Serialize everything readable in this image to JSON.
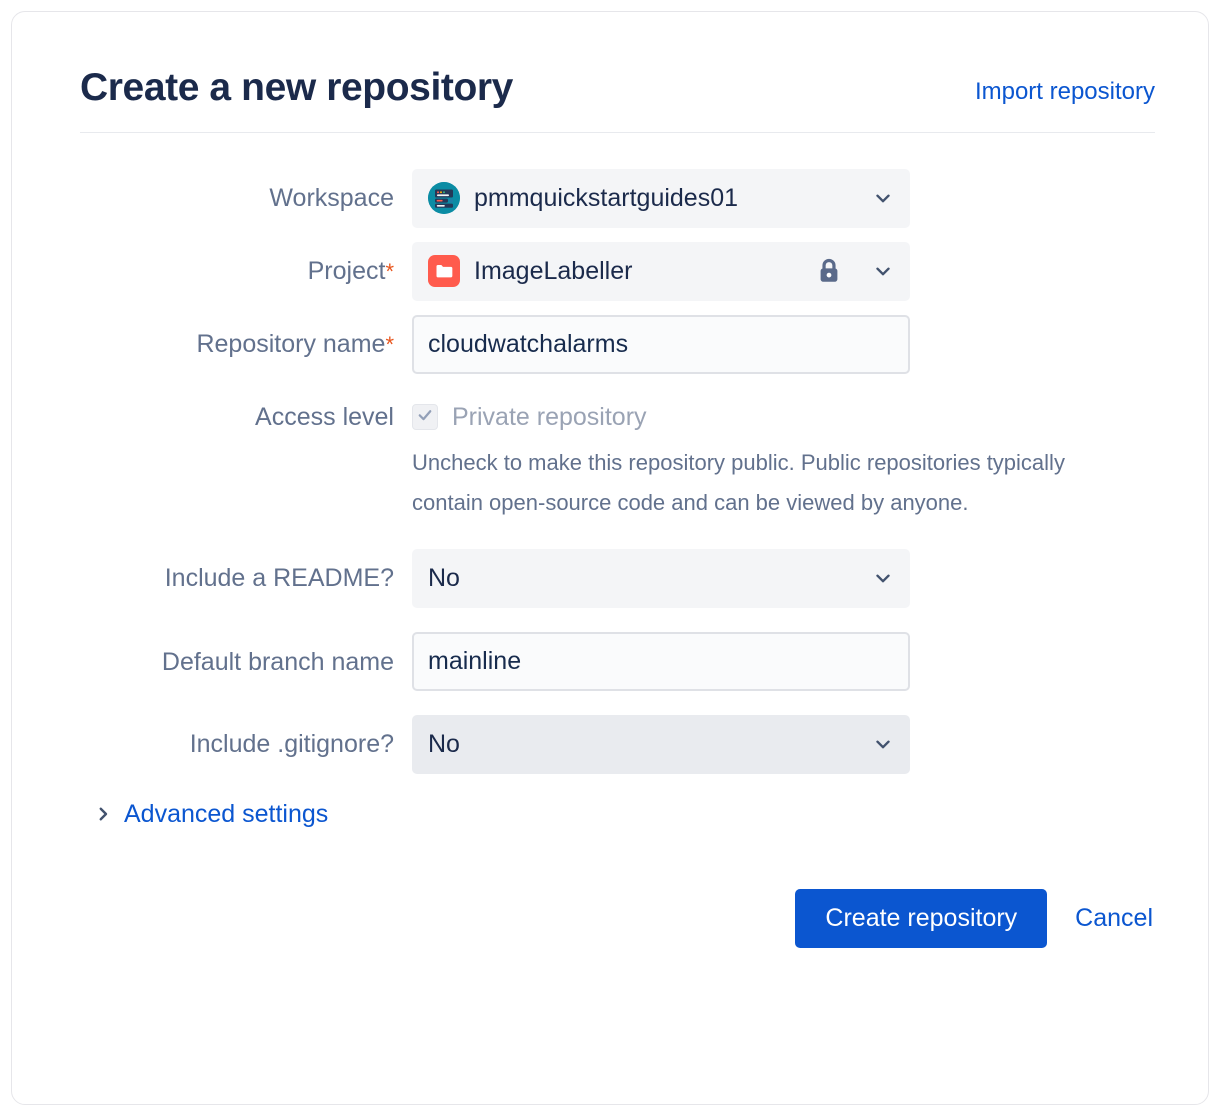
{
  "header": {
    "title": "Create a new repository",
    "import_link": "Import repository"
  },
  "form": {
    "workspace": {
      "label": "Workspace",
      "value": "pmmquickstartguides01",
      "avatar_icon": "workspace-avatar-icon",
      "chevron_icon": "chevron-down-icon"
    },
    "project": {
      "label": "Project",
      "required_marker": "*",
      "value": "ImageLabeller",
      "project_icon": "folder-icon",
      "lock_icon": "lock-icon",
      "chevron_icon": "chevron-down-icon"
    },
    "repository_name": {
      "label": "Repository name",
      "required_marker": "*",
      "value": "cloudwatchalarms",
      "placeholder": ""
    },
    "access_level": {
      "label": "Access level",
      "checkbox_label": "Private repository",
      "checked": true,
      "check_icon": "check-icon",
      "help_text": "Uncheck to make this repository public. Public repositories typically contain open-source code and can be viewed by anyone."
    },
    "include_readme": {
      "label": "Include a README?",
      "value": "No",
      "chevron_icon": "chevron-down-icon"
    },
    "default_branch": {
      "label": "Default branch name",
      "value": "mainline",
      "placeholder": ""
    },
    "include_gitignore": {
      "label": "Include .gitignore?",
      "value": "No",
      "chevron_icon": "chevron-down-icon"
    },
    "advanced_settings": {
      "label": "Advanced settings",
      "chevron_icon": "chevron-right-icon"
    }
  },
  "footer": {
    "submit_label": "Create repository",
    "cancel_label": "Cancel"
  },
  "colors": {
    "link_blue": "#0b56d0",
    "primary_button": "#0b56d0",
    "title_navy": "#1b2a4b",
    "label_grey": "#62718d",
    "required_asterisk": "#e8561e",
    "project_icon_red": "#ff5b4d",
    "workspace_avatar_teal": "#0b8ca4",
    "lock_slate": "#5a6a8a",
    "field_bg": "#f4f5f7",
    "input_bg": "#fafbfc",
    "input_border": "#dfe1e6"
  }
}
